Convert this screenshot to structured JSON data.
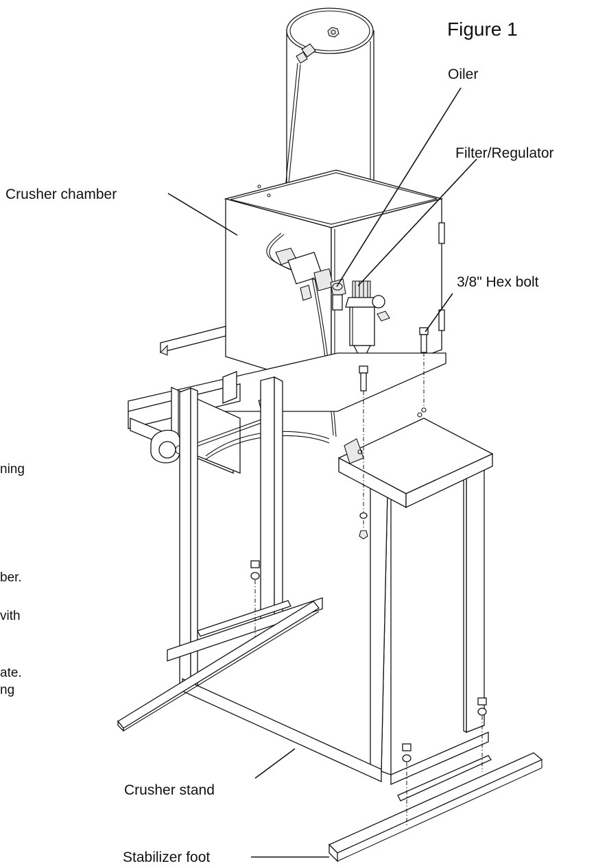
{
  "figure": {
    "title": "Figure 1"
  },
  "callouts": {
    "oiler": "Oiler",
    "filter_regulator": "Filter/Regulator",
    "crusher_chamber": "Crusher chamber",
    "hex_bolt": "3/8\" Hex bolt",
    "crusher_stand": "Crusher stand",
    "stabilizer_foot": "Stabilizer foot"
  },
  "cropped_text": {
    "line1": "ning",
    "line2": "ber.",
    "line3": "vith",
    "line4": "ate.",
    "line5": "ng"
  }
}
